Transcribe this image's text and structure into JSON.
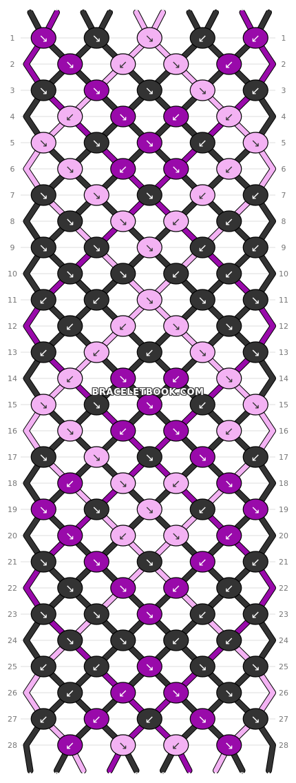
{
  "colors": {
    "A": "#333333",
    "B": "#990aaa",
    "C": "#f3b2f3",
    "grid": "#dddddd",
    "outline": "#000000",
    "arrow": "#ffffff",
    "label": "#777777"
  },
  "watermark": "BRACELETBOOK.COM",
  "strands_top": [
    "A",
    "B",
    "A",
    "A",
    "C",
    "C",
    "A",
    "A",
    "B",
    "A"
  ],
  "strands_bottom": [
    "A",
    "B",
    "A",
    "A",
    "C",
    "C",
    "A",
    "A",
    "B",
    "A"
  ],
  "row_numbers": [
    "1",
    "2",
    "3",
    "4",
    "5",
    "6",
    "7",
    "8",
    "9",
    "10",
    "11",
    "12",
    "13",
    "14",
    "15",
    "16",
    "17",
    "18",
    "19",
    "20",
    "21",
    "22",
    "23",
    "24",
    "25",
    "26",
    "27",
    "28"
  ],
  "knot_rows": [
    [
      {
        "c": "B",
        "d": "↘"
      },
      {
        "c": "A",
        "d": "↘"
      },
      {
        "c": "C",
        "d": "↘"
      },
      {
        "c": "A",
        "d": "↙"
      },
      {
        "c": "B",
        "d": "↙"
      }
    ],
    [
      {
        "c": "B",
        "d": "↘"
      },
      {
        "c": "C",
        "d": "↙"
      },
      {
        "c": "C",
        "d": "↘"
      },
      {
        "c": "B",
        "d": "↙"
      }
    ],
    [
      {
        "c": "A",
        "d": "↘"
      },
      {
        "c": "B",
        "d": "↘"
      },
      {
        "c": "A",
        "d": "↘"
      },
      {
        "c": "C",
        "d": "↘"
      },
      {
        "c": "A",
        "d": "↙"
      }
    ],
    [
      {
        "c": "C",
        "d": "↙"
      },
      {
        "c": "B",
        "d": "↘"
      },
      {
        "c": "B",
        "d": "↙"
      },
      {
        "c": "C",
        "d": "↙"
      }
    ],
    [
      {
        "c": "C",
        "d": "↘"
      },
      {
        "c": "A",
        "d": "↘"
      },
      {
        "c": "B",
        "d": "↘"
      },
      {
        "c": "A",
        "d": "↙"
      },
      {
        "c": "C",
        "d": "↘"
      }
    ],
    [
      {
        "c": "C",
        "d": "↘"
      },
      {
        "c": "B",
        "d": "↙"
      },
      {
        "c": "B",
        "d": "↘"
      },
      {
        "c": "C",
        "d": "↙"
      }
    ],
    [
      {
        "c": "A",
        "d": "↘"
      },
      {
        "c": "C",
        "d": "↘"
      },
      {
        "c": "A",
        "d": "↘"
      },
      {
        "c": "C",
        "d": "↙"
      },
      {
        "c": "A",
        "d": "↙"
      }
    ],
    [
      {
        "c": "A",
        "d": "↘"
      },
      {
        "c": "C",
        "d": "↘"
      },
      {
        "c": "C",
        "d": "↙"
      },
      {
        "c": "A",
        "d": "↙"
      }
    ],
    [
      {
        "c": "A",
        "d": "↘"
      },
      {
        "c": "A",
        "d": "↘"
      },
      {
        "c": "C",
        "d": "↘"
      },
      {
        "c": "A",
        "d": "↙"
      },
      {
        "c": "A",
        "d": "↙"
      }
    ],
    [
      {
        "c": "A",
        "d": "↘"
      },
      {
        "c": "A",
        "d": "↘"
      },
      {
        "c": "A",
        "d": "↙"
      },
      {
        "c": "A",
        "d": "↙"
      }
    ],
    [
      {
        "c": "A",
        "d": "↙"
      },
      {
        "c": "A",
        "d": "↙"
      },
      {
        "c": "C",
        "d": "↘"
      },
      {
        "c": "A",
        "d": "↘"
      },
      {
        "c": "A",
        "d": "↘"
      }
    ],
    [
      {
        "c": "A",
        "d": "↙"
      },
      {
        "c": "C",
        "d": "↙"
      },
      {
        "c": "C",
        "d": "↘"
      },
      {
        "c": "A",
        "d": "↘"
      }
    ],
    [
      {
        "c": "A",
        "d": "↙"
      },
      {
        "c": "C",
        "d": "↙"
      },
      {
        "c": "A",
        "d": "↙"
      },
      {
        "c": "C",
        "d": "↘"
      },
      {
        "c": "A",
        "d": "↘"
      }
    ],
    [
      {
        "c": "C",
        "d": "↙"
      },
      {
        "c": "B",
        "d": "↘"
      },
      {
        "c": "B",
        "d": "↙"
      },
      {
        "c": "C",
        "d": "↘"
      }
    ],
    [
      {
        "c": "C",
        "d": "↘"
      },
      {
        "c": "A",
        "d": "↘"
      },
      {
        "c": "B",
        "d": "↘"
      },
      {
        "c": "A",
        "d": "↙"
      },
      {
        "c": "C",
        "d": "↘"
      }
    ],
    [
      {
        "c": "C",
        "d": "↘"
      },
      {
        "c": "B",
        "d": "↙"
      },
      {
        "c": "B",
        "d": "↘"
      },
      {
        "c": "C",
        "d": "↙"
      }
    ],
    [
      {
        "c": "A",
        "d": "↘"
      },
      {
        "c": "C",
        "d": "↘"
      },
      {
        "c": "A",
        "d": "↘"
      },
      {
        "c": "B",
        "d": "↘"
      },
      {
        "c": "A",
        "d": "↙"
      }
    ],
    [
      {
        "c": "B",
        "d": "↙"
      },
      {
        "c": "C",
        "d": "↘"
      },
      {
        "c": "C",
        "d": "↙"
      },
      {
        "c": "B",
        "d": "↘"
      }
    ],
    [
      {
        "c": "B",
        "d": "↘"
      },
      {
        "c": "A",
        "d": "↘"
      },
      {
        "c": "C",
        "d": "↘"
      },
      {
        "c": "A",
        "d": "↙"
      },
      {
        "c": "B",
        "d": "↘"
      }
    ],
    [
      {
        "c": "B",
        "d": "↘"
      },
      {
        "c": "C",
        "d": "↙"
      },
      {
        "c": "C",
        "d": "↘"
      },
      {
        "c": "B",
        "d": "↙"
      }
    ],
    [
      {
        "c": "A",
        "d": "↘"
      },
      {
        "c": "B",
        "d": "↘"
      },
      {
        "c": "A",
        "d": "↘"
      },
      {
        "c": "B",
        "d": "↙"
      },
      {
        "c": "A",
        "d": "↙"
      }
    ],
    [
      {
        "c": "A",
        "d": "↘"
      },
      {
        "c": "B",
        "d": "↘"
      },
      {
        "c": "B",
        "d": "↙"
      },
      {
        "c": "A",
        "d": "↙"
      }
    ],
    [
      {
        "c": "A",
        "d": "↘"
      },
      {
        "c": "A",
        "d": "↘"
      },
      {
        "c": "B",
        "d": "↘"
      },
      {
        "c": "A",
        "d": "↙"
      },
      {
        "c": "A",
        "d": "↙"
      }
    ],
    [
      {
        "c": "A",
        "d": "↘"
      },
      {
        "c": "A",
        "d": "↘"
      },
      {
        "c": "A",
        "d": "↙"
      },
      {
        "c": "A",
        "d": "↙"
      }
    ],
    [
      {
        "c": "A",
        "d": "↙"
      },
      {
        "c": "A",
        "d": "↙"
      },
      {
        "c": "B",
        "d": "↘"
      },
      {
        "c": "A",
        "d": "↘"
      },
      {
        "c": "A",
        "d": "↘"
      }
    ],
    [
      {
        "c": "A",
        "d": "↙"
      },
      {
        "c": "B",
        "d": "↙"
      },
      {
        "c": "B",
        "d": "↘"
      },
      {
        "c": "A",
        "d": "↘"
      }
    ],
    [
      {
        "c": "A",
        "d": "↙"
      },
      {
        "c": "B",
        "d": "↙"
      },
      {
        "c": "A",
        "d": "↙"
      },
      {
        "c": "B",
        "d": "↘"
      },
      {
        "c": "A",
        "d": "↘"
      }
    ],
    [
      {
        "c": "B",
        "d": "↙"
      },
      {
        "c": "C",
        "d": "↘"
      },
      {
        "c": "C",
        "d": "↙"
      },
      {
        "c": "B",
        "d": "↘"
      }
    ]
  ]
}
